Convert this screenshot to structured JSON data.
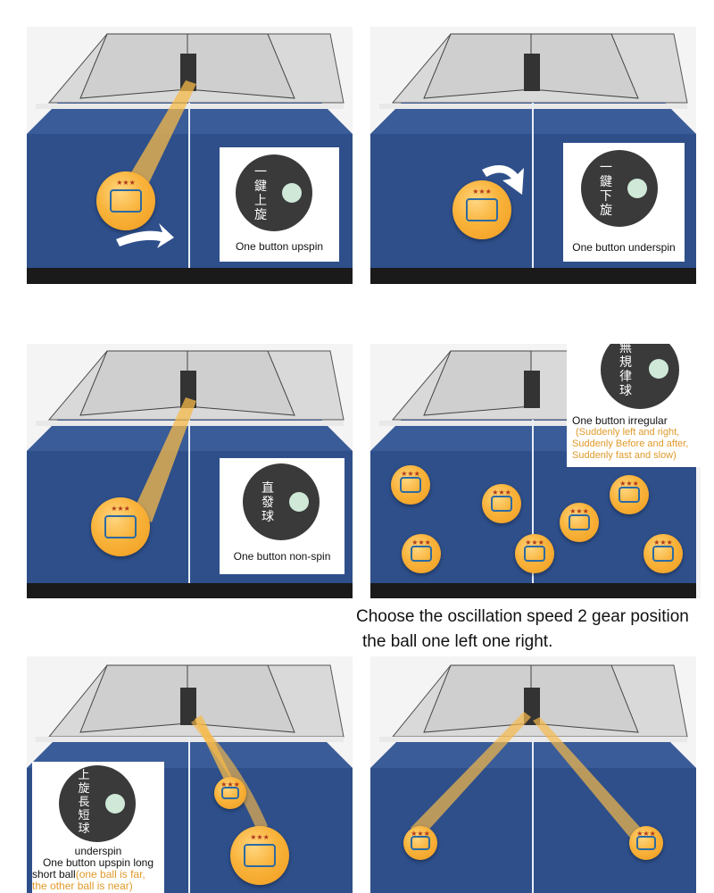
{
  "colors": {
    "table": "#2e4f8a",
    "table_line": "#e8eef7",
    "disc": "#3a3a3a",
    "disc_dot": "#cfe8d8",
    "note": "#e09a2a",
    "base": "#1a1a1a"
  },
  "panels": {
    "upspin": {
      "chinese": "一鍵上旋",
      "caption": "One button upspin"
    },
    "underspin": {
      "chinese": "一鍵下旋",
      "caption": "One button underspin"
    },
    "nonspin": {
      "chinese": "直發球",
      "caption": "One button non-spin"
    },
    "irregular": {
      "chinese": "無規律球",
      "caption": "One button irregular",
      "note": [
        "(Suddenly left and right,",
        "Suddenly Before and after,",
        "Suddenly fast and slow)"
      ]
    },
    "longshort": {
      "chinese": "上旋長短球",
      "caption_top": "underspin",
      "caption_line1": "One button upspin long",
      "caption_line2": "short ball",
      "note_line1": "(one ball is far,",
      "note_line2": "the other ball is near)"
    },
    "oscillation": {
      "line1": "Choose the oscillation speed 2  gear position",
      "line2": "the ball one left one right."
    }
  },
  "icons": {
    "ball": "ping-pong-ball-icon",
    "arrow": "curved-arrow-icon"
  }
}
